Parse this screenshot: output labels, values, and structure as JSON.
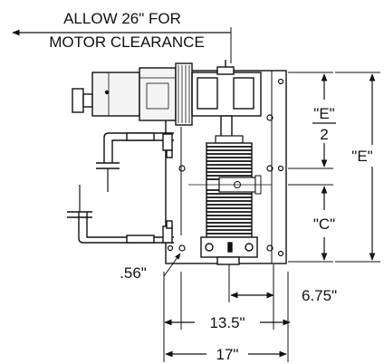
{
  "drawing": {
    "allowance_line1": "ALLOW 26\" FOR",
    "allowance_line2": "MOTOR CLEARANCE",
    "label_e_half_top": "\"E\"",
    "label_e_half_bottom": "2",
    "label_e": "\"E\"",
    "label_c": "\"C\"",
    "label_056": ".56\"",
    "label_675": "6.75\"",
    "label_135": "13.5\"",
    "label_17": "17\""
  },
  "colors": {
    "line": "#111111",
    "background": "#ffffff",
    "motor_fill": "#f4f4f4"
  }
}
